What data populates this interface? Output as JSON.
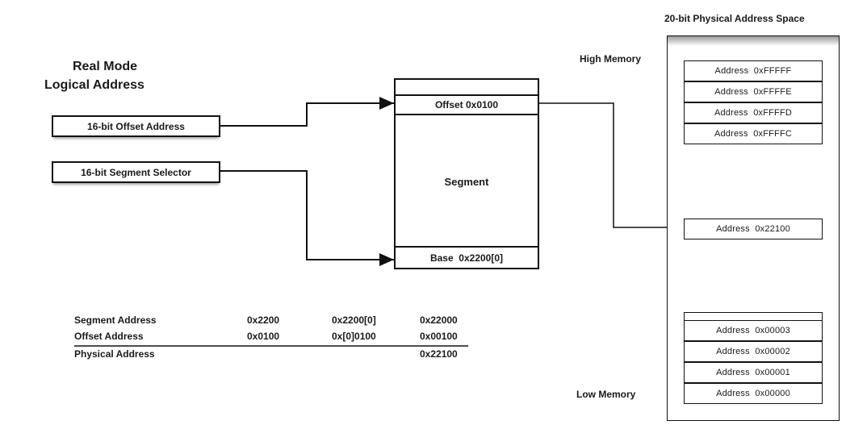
{
  "title_line1": "Real Mode",
  "title_line2": "Logical Address",
  "inputs": {
    "offset": "16-bit Offset Address",
    "segment": "16-bit Segment Selector"
  },
  "segment_box": {
    "offset": "Offset 0x0100",
    "label": "Segment",
    "base": "Base  0x2200[0]"
  },
  "memory": {
    "title": "20-bit Physical Address Space",
    "high": "High Memory",
    "low": "Low Memory",
    "top_cells": [
      "Address  0xFFFFF",
      "Address  0xFFFFE",
      "Address  0xFFFFD",
      "Address  0xFFFFC"
    ],
    "mid_cell": "Address  0x22100",
    "bottom_cells": [
      "Address  0x00003",
      "Address  0x00002",
      "Address  0x00001",
      "Address  0x00000"
    ]
  },
  "calc": {
    "rows": [
      {
        "label": "Segment Address",
        "c1": "0x2200",
        "c2": "0x2200[0]",
        "c3": "0x22000"
      },
      {
        "label": "Offset Address",
        "c1": "0x0100",
        "c2": "0x[0]0100",
        "c3": "0x00100"
      },
      {
        "label": "Physical Address",
        "c1": "",
        "c2": "",
        "c3": "0x22100"
      }
    ]
  }
}
